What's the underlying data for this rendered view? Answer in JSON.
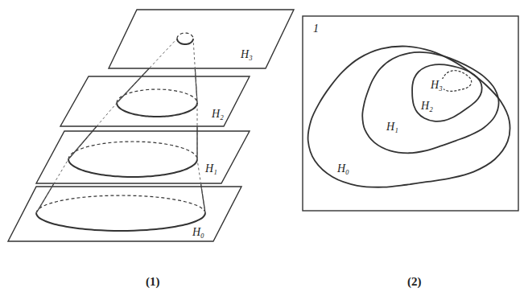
{
  "diagram": {
    "labels": [
      "H₃",
      "H₂",
      "H₁",
      "H₀",
      "1",
      "H₃",
      "H₂",
      "H₁",
      "H₀",
      "(1)",
      "(2)"
    ]
  }
}
